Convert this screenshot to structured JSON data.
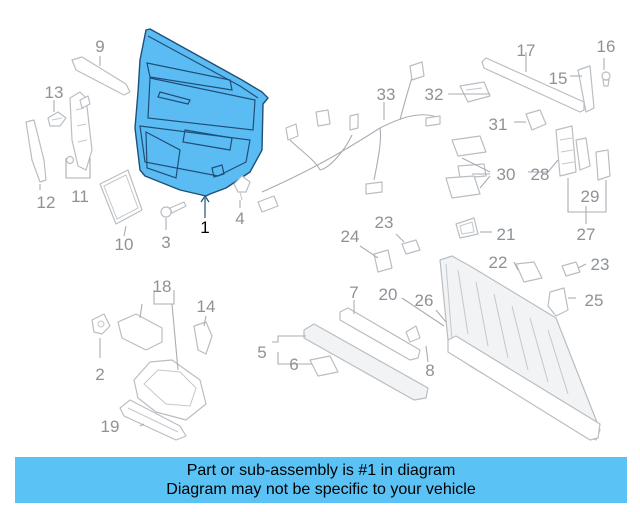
{
  "diagram": {
    "highlighted_part": "1",
    "highlight_color": "#5bbcf4",
    "callouts": [
      "1",
      "2",
      "3",
      "4",
      "5",
      "6",
      "7",
      "8",
      "9",
      "10",
      "11",
      "12",
      "13",
      "14",
      "15",
      "16",
      "17",
      "18",
      "19",
      "20",
      "21",
      "22",
      "23",
      "23",
      "24",
      "25",
      "26",
      "27",
      "28",
      "29",
      "30",
      "31",
      "32",
      "33"
    ]
  },
  "banner": {
    "line1": "Part or sub-assembly is #1 in diagram",
    "line2": "Diagram may not be specific to your vehicle",
    "color": "#5bc2f5"
  }
}
